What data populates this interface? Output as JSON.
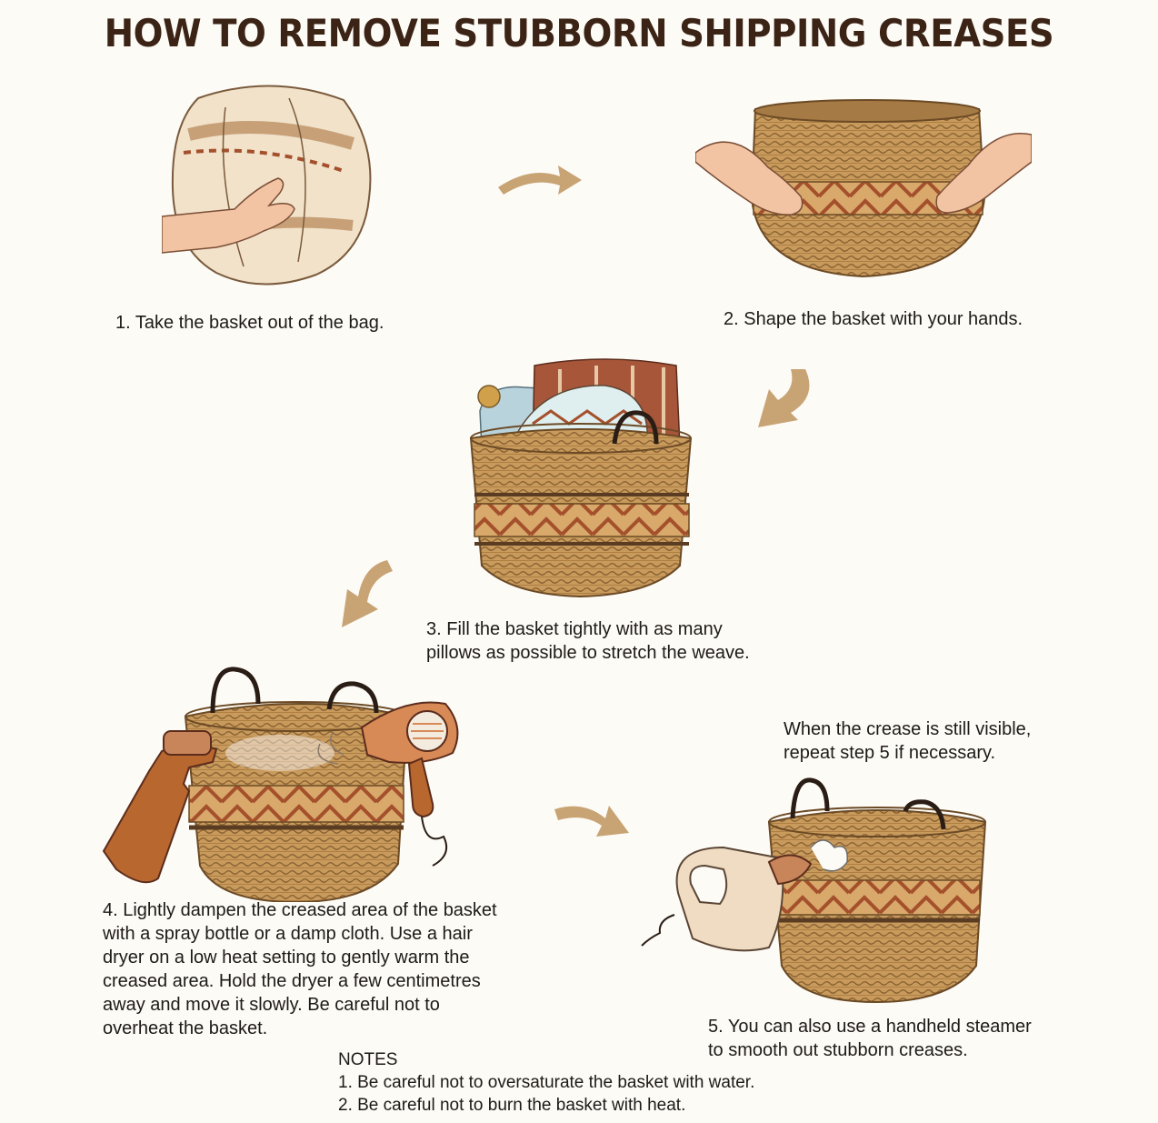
{
  "title": "HOW TO REMOVE STUBBORN SHIPPING CREASES",
  "steps": [
    {
      "text": "1. Take the basket out of the bag."
    },
    {
      "text": "2. Shape the basket with your hands."
    },
    {
      "lines": [
        "3. Fill the basket tightly with as many",
        "pillows as possible to stretch the weave."
      ]
    },
    {
      "lines": [
        "4. Lightly dampen the creased area of the basket",
        "with a spray bottle or a damp cloth. Use a hair",
        "dryer on a low heat setting to gently warm the",
        "creased area. Hold the dryer a few centimetres",
        "away and move it slowly. Be careful not to",
        "overheat the basket."
      ]
    },
    {
      "lines": [
        "5. You can also use a handheld steamer",
        "to smooth out stubborn creases."
      ]
    }
  ],
  "tip": {
    "lines": [
      "When the crease is still visible,",
      "repeat step 5 if necessary."
    ]
  },
  "notes": {
    "heading": "NOTES",
    "items": [
      "1. Be careful not to oversaturate the basket with water.",
      "2. Be careful not to burn the basket with heat."
    ]
  },
  "colors": {
    "background": "#fdfbf6",
    "title": "#3b2315",
    "straw": "#c99b5e",
    "pattern": "#a4502c",
    "arrow": "#c8a475"
  }
}
